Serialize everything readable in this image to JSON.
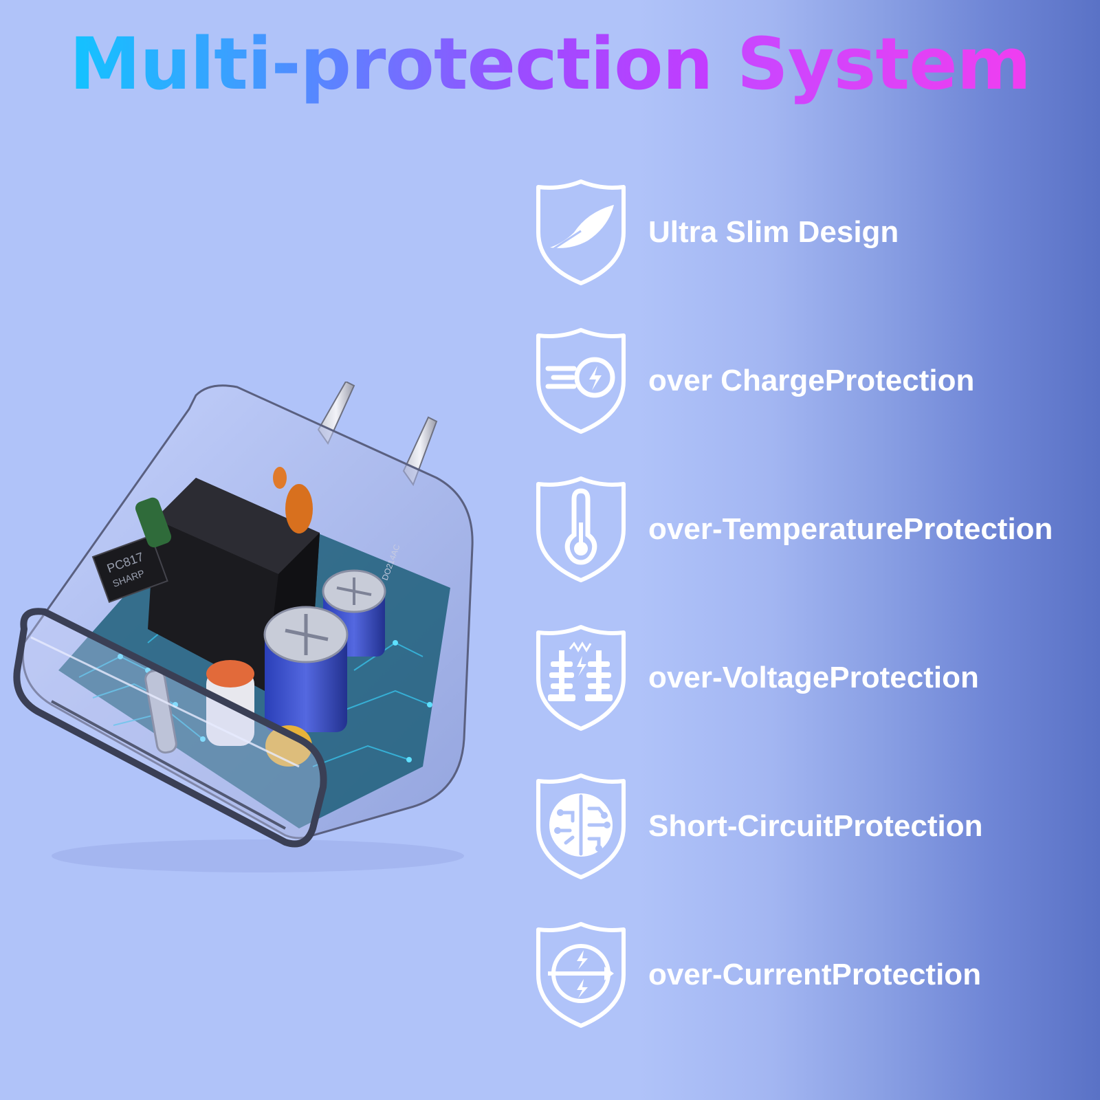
{
  "title": {
    "part1": "Multi-protection",
    "part2": "System"
  },
  "colors": {
    "background": "#b0c3f9",
    "background_right": "#5a72c6",
    "title_start": "#13c3ff",
    "title_end": "#f03ef0",
    "feature_text": "#ffffff"
  },
  "features": [
    {
      "label": "Ultra Slim Design",
      "icon": "feather-shield-icon"
    },
    {
      "label": "over ChargeProtection",
      "icon": "charge-shield-icon"
    },
    {
      "label": "over-TemperatureProtection",
      "icon": "thermometer-shield-icon"
    },
    {
      "label": "over-VoltageProtection",
      "icon": "voltage-shield-icon"
    },
    {
      "label": "Short-CircuitProtection",
      "icon": "circuit-shield-icon"
    },
    {
      "label": "over-CurrentProtection",
      "icon": "current-shield-icon"
    }
  ],
  "product": {
    "chip_label_1": "PC817",
    "chip_label_2": "SHARP",
    "diode_label": "DO214AC"
  }
}
